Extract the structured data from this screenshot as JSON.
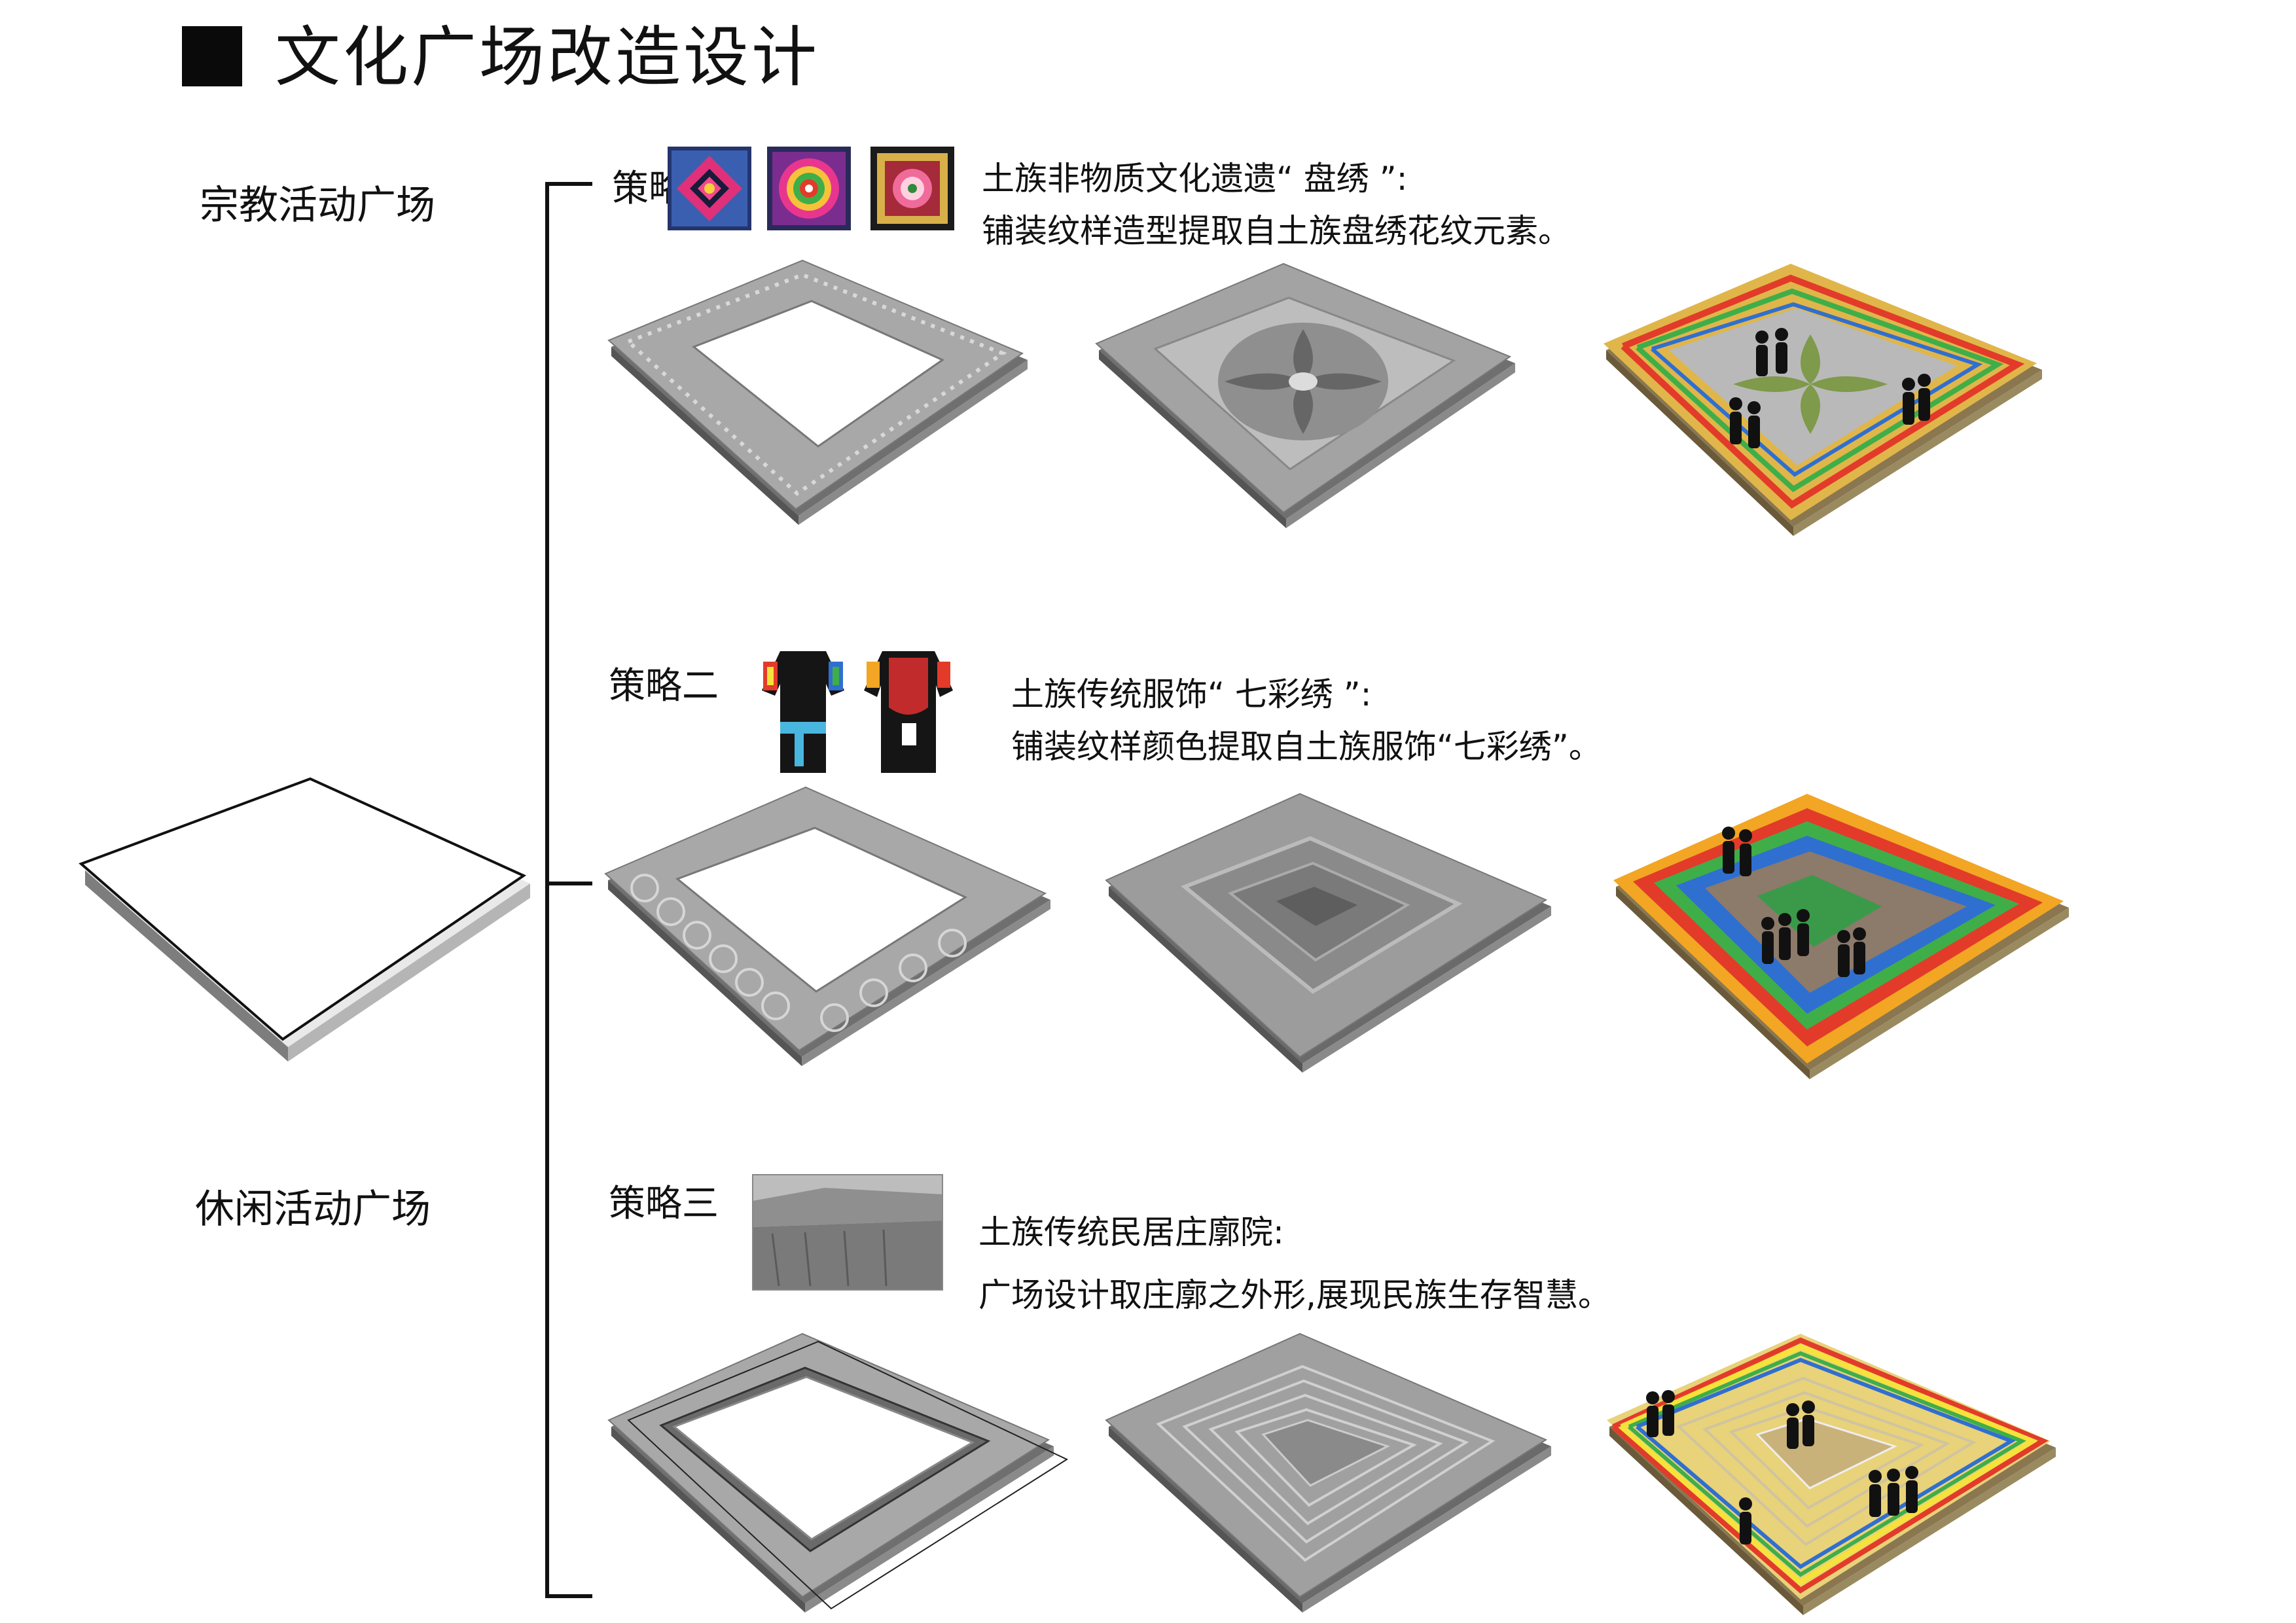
{
  "page": {
    "title": "文化广场改造设计"
  },
  "plazas": [
    {
      "id": "religious",
      "label": "宗教活动广场"
    },
    {
      "id": "leisure",
      "label": "休闲活动广场"
    }
  ],
  "strategies": [
    {
      "label": "策略",
      "heading": "土族非物质文化遗遗“ 盘绣 ”:",
      "detail": "铺装纹样造型提取自土族盘绣花纹元素。"
    },
    {
      "label": "策略二",
      "heading": "土族传统服饰“ 七彩绣 ”:",
      "detail": "铺装纹样颜色提取自土族服饰“七彩绣”。"
    },
    {
      "label": "策略三",
      "heading": "土族传统民居庄廓院:",
      "detail": "广场设计取庄廓之外形,展现民族生存智慧。"
    }
  ],
  "colors": {
    "ink": "#111111",
    "model_gray": "#9a9a9a",
    "model_dark": "#6f6f6f",
    "sand": "#c9b27a",
    "rainbow": [
      "#e23b2a",
      "#f2a623",
      "#f6e23a",
      "#3fae49",
      "#2f6fd0",
      "#7a3fb0"
    ]
  },
  "icons": [
    "panxiu-knot-icon",
    "panxiu-flower-icon",
    "panxiu-frame-icon",
    "costume-robe-icon",
    "costume-vest-icon",
    "zhuangkuo-photo-icon",
    "people-silhouette-icon"
  ]
}
